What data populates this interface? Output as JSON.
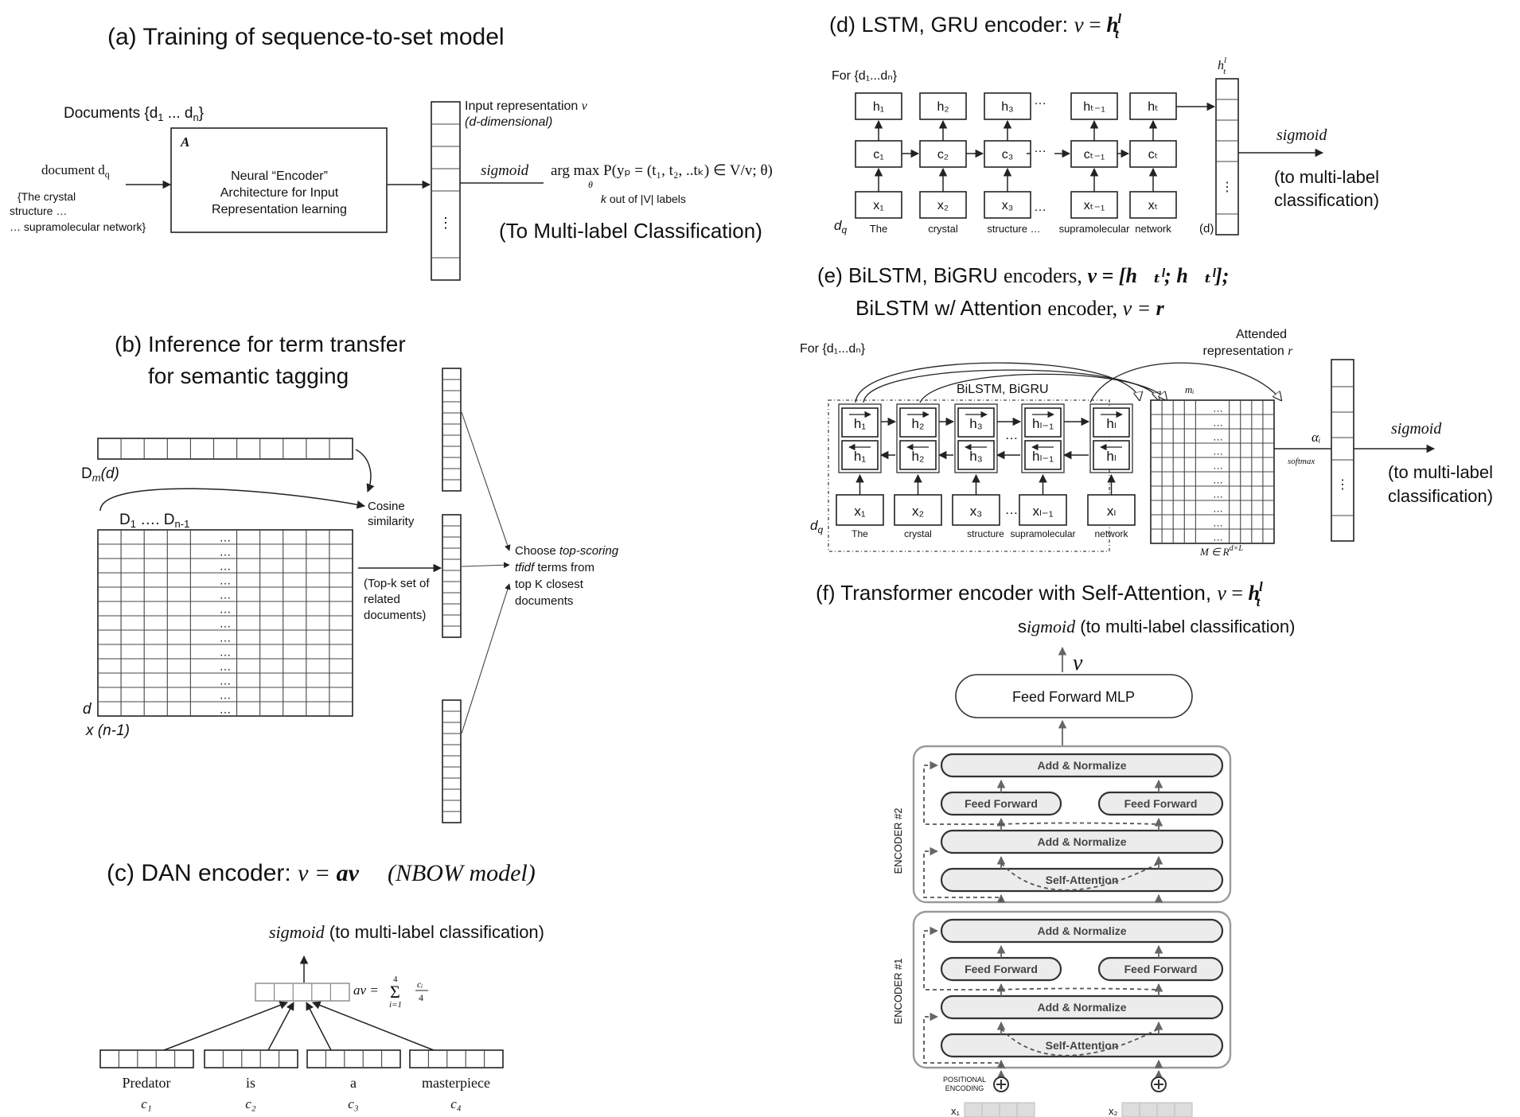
{
  "panel_a": {
    "title": "(a) Training of sequence-to-set model",
    "documents_label": "Documents {d",
    "documents_sub1": "1",
    "documents_mid": " ... d",
    "documents_sub2": "n",
    "documents_end": "}",
    "document_label": "document d",
    "document_sub": "q",
    "doc_text_1": "{The crystal",
    "doc_text_2": "structure …",
    "doc_text_3": "… supramolecular network}",
    "box_letter": "A",
    "box_line1": "Neural “Encoder”",
    "box_line2": "Architecture for Input",
    "box_line3": "Representation learning",
    "input_rep_1": "Input representation ",
    "input_rep_v": "v",
    "input_rep_2": "(d-dimensional)",
    "sigmoid": "sigmoid",
    "formula": "arg max P(y",
    "formula_theta": "θ",
    "formula_rest": " = (t",
    "formula_full": "arg max P(yₚ = (t₁, t₂, ..tₖ) ∈ V/v; θ)",
    "k_out_of": "k out of |V| labels",
    "k_out_of_suffix": " out of |V| labels",
    "k_letter": "k",
    "to_mlc": "(To Multi-label Classification)",
    "dots": "⋮"
  },
  "panel_b": {
    "title_1": "(b) Inference for term transfer",
    "title_2": "for semantic tagging",
    "dm": "D",
    "dm_sub": "m",
    "dm_arg": "(d)",
    "d1dn": "D",
    "d1_sub": "1",
    "d_dots": " …. D",
    "dn_sub": "n-1",
    "cosine_1": "Cosine",
    "cosine_2": "similarity",
    "topk_1": "(Top-k set of",
    "topk_2": "related",
    "topk_3": "documents)",
    "choose_1": "Choose ",
    "choose_1i": "top-scoring",
    "choose_2i": "tfidf",
    "choose_2": " terms from",
    "choose_3": "top K closest",
    "choose_4": "documents",
    "d_label": "d",
    "x_label": "x (n-1)",
    "ellipsis": "…"
  },
  "panel_c": {
    "title": "(c) DAN encoder: ",
    "title_v": "v = ",
    "title_av": "av",
    "title_nbow": "(NBOW model)",
    "sigmoid": "sigmoid",
    "to_mlc": " (to multi-label classification)",
    "formula": "av = ",
    "formula_sum": "Σ",
    "formula_top": "4",
    "formula_bot": "i=1",
    "formula_frac_n": "cᵢ",
    "formula_frac_d": "4",
    "words": [
      "Predator",
      "is",
      "a",
      "masterpiece"
    ],
    "word_labels": [
      "c₁",
      "c₂",
      "c₃",
      "c₄"
    ]
  },
  "panel_d": {
    "title": "(d) LSTM, GRU encoder: ",
    "title_v": "v",
    "title_eq": " = ",
    "title_h": "h",
    "title_l": "l",
    "title_t": "t",
    "for_label": "For {d₁...dₙ}",
    "h_nodes": [
      "h₁",
      "h₂",
      "h₃",
      "hₜ₋₁",
      "hₜ"
    ],
    "c_nodes": [
      "c₁",
      "c₂",
      "c₃",
      "cₜ₋₁",
      "cₜ"
    ],
    "x_nodes": [
      "x₁",
      "x₂",
      "x₃",
      "xₜ₋₁",
      "xₜ"
    ],
    "words": [
      "The",
      "crystal",
      "structure …",
      "supramolecular",
      "network"
    ],
    "dq": "d",
    "dq_sub": "q",
    "d_paren": "(d)",
    "htl": "h",
    "htl_sup": "l",
    "htl_sub": "t",
    "sigmoid": "sigmoid",
    "to_mlc_1": "(to multi-label",
    "to_mlc_2": "classification)",
    "ellipsis": "…",
    "vdots": "⋮"
  },
  "panel_e": {
    "title_1a": "(e) BiLSTM, BiGRU ",
    "title_1b": "encoders, ",
    "title_1c": "v = [h⃗ₜˡ; h⃖ₜˡ];",
    "title_2a": "BiLSTM w/ Attention ",
    "title_2b": "encoder, ",
    "title_2c": "v = ",
    "title_2r": "r",
    "for_label": "For {d₁...dₙ}",
    "bilstm_label": "BiLSTM, BiGRU",
    "attended_1": "Attended",
    "attended_2": "representation ",
    "attended_r": "r",
    "fwd_nodes": [
      "h₁",
      "h₂",
      "h₃",
      "hₗ₋₁",
      "hₗ"
    ],
    "bwd_nodes": [
      "h₁",
      "h₂",
      "h₃",
      "hₗ₋₁",
      "hₗ"
    ],
    "x_nodes": [
      "x₁",
      "x₂",
      "x₃",
      "xₗ₋₁",
      "xₗ"
    ],
    "words": [
      "The",
      "crystal",
      "structure",
      "supramolecular",
      "network"
    ],
    "dq": "d",
    "dq_sub": "q",
    "mi": "mᵢ",
    "matrix_label": "M ∈ R",
    "matrix_sup": "d×L",
    "alpha": "αᵢ",
    "softmax": "softmax",
    "sigmoid": "sigmoid",
    "to_mlc_1": "(to multi-label",
    "to_mlc_2": "classification)",
    "ellipsis": "…",
    "vdots": "⋮"
  },
  "panel_f": {
    "title": "(f) Transformer encoder with Self-Attention, ",
    "title_v": "v",
    "title_eq": " = ",
    "title_h": "h",
    "title_l": "l",
    "title_t": "t",
    "sigmoid_s": "s",
    "sigmoid_rest": "igmoid",
    "to_mlc": " (to multi-label classification)",
    "v_label": "v",
    "mlp": "Feed Forward MLP",
    "encoder2": "ENCODER #2",
    "encoder1": "ENCODER #1",
    "add_norm": "Add & Normalize",
    "feed_forward": "Feed Forward",
    "self_attention": "Self-Attention",
    "positional_1": "POSITIONAL",
    "positional_2": "ENCODING",
    "x1": "x₁",
    "x2": "x₂",
    "plus": "+"
  },
  "colors": {
    "ink": "#111111",
    "gray": "#666666",
    "pill_fill": "#ececec"
  }
}
